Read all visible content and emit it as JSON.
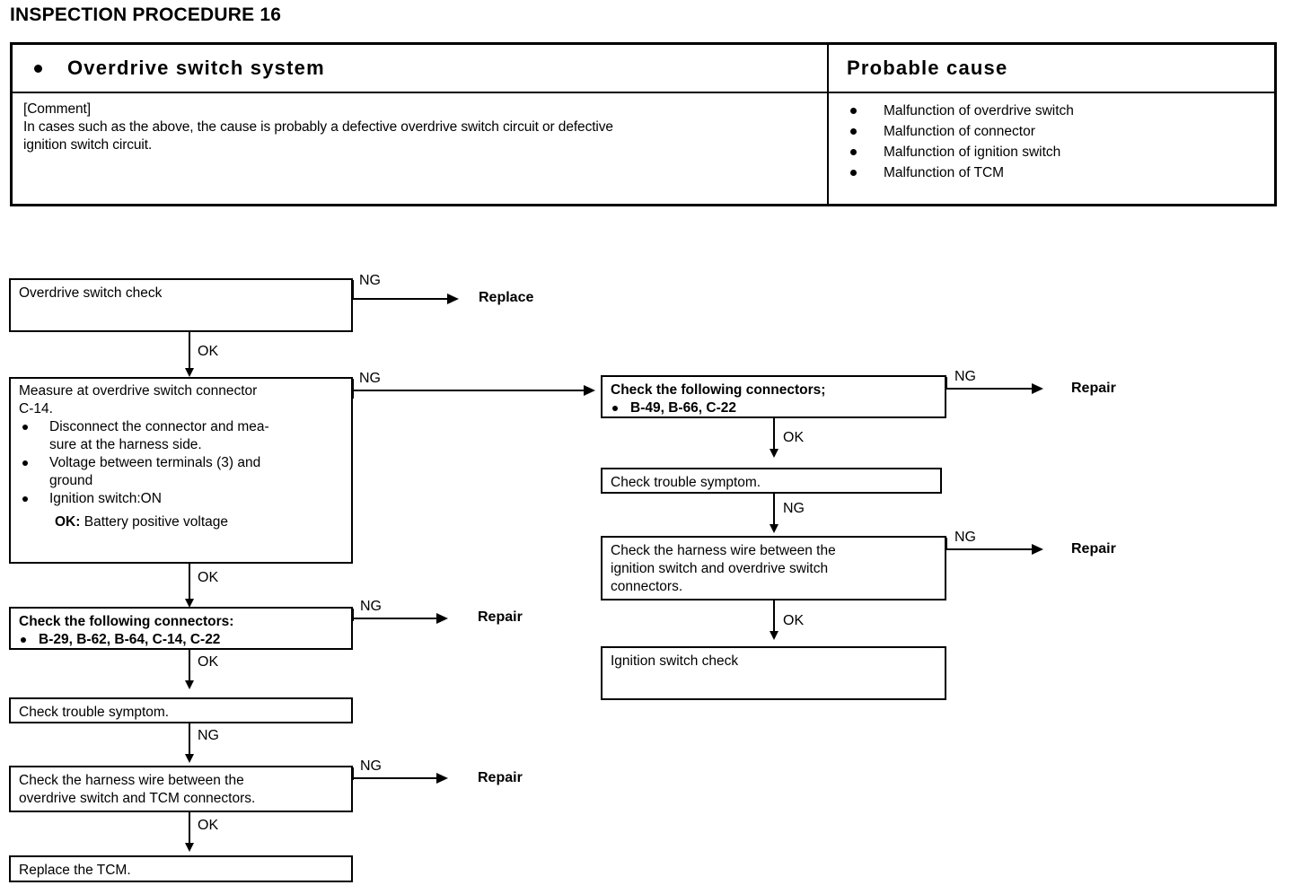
{
  "title": "INSPECTION PROCEDURE 16",
  "symptom_table": {
    "header_left": "Overdrive switch system",
    "header_right": "Probable cause",
    "comment_label": "[Comment]",
    "comment_line1": "In cases such as the above, the cause is probably a defective overdrive switch circuit or defective",
    "comment_line2": "ignition switch circuit.",
    "causes": [
      "Malfunction of overdrive switch",
      "Malfunction of connector",
      "Malfunction of ignition switch",
      "Malfunction of TCM"
    ]
  },
  "flow": {
    "labels": {
      "ok": "OK",
      "ng": "NG",
      "replace": "Replace",
      "repair": "Repair"
    },
    "left": {
      "n1": {
        "title": "Overdrive switch check"
      },
      "n2": {
        "line1": "Measure at overdrive switch connector",
        "line2": "C-14.",
        "b1": "Disconnect the connector and mea-",
        "b1b": "sure at the harness side.",
        "b2": "Voltage between terminals (3) and",
        "b2b": "ground",
        "b3": "Ignition switch:ON",
        "ok_spec_label": "OK:",
        "ok_spec_value": "Battery positive voltage"
      },
      "n3": {
        "title": "Check the following connectors:",
        "bullet": "B-29, B-62, B-64, C-14, C-22"
      },
      "n4": {
        "title": "Check trouble symptom."
      },
      "n5": {
        "line1": "Check the harness wire between the",
        "line2": "overdrive switch and TCM connectors."
      },
      "n6": {
        "title": "Replace the TCM."
      }
    },
    "right": {
      "n1": {
        "title": "Check the following connectors;",
        "bullet": "B-49, B-66, C-22"
      },
      "n2": {
        "title": "Check trouble symptom."
      },
      "n3": {
        "line1": "Check the harness wire between the",
        "line2": "ignition switch and overdrive switch",
        "line3": "connectors."
      },
      "n4": {
        "title": "Ignition switch check"
      }
    }
  }
}
